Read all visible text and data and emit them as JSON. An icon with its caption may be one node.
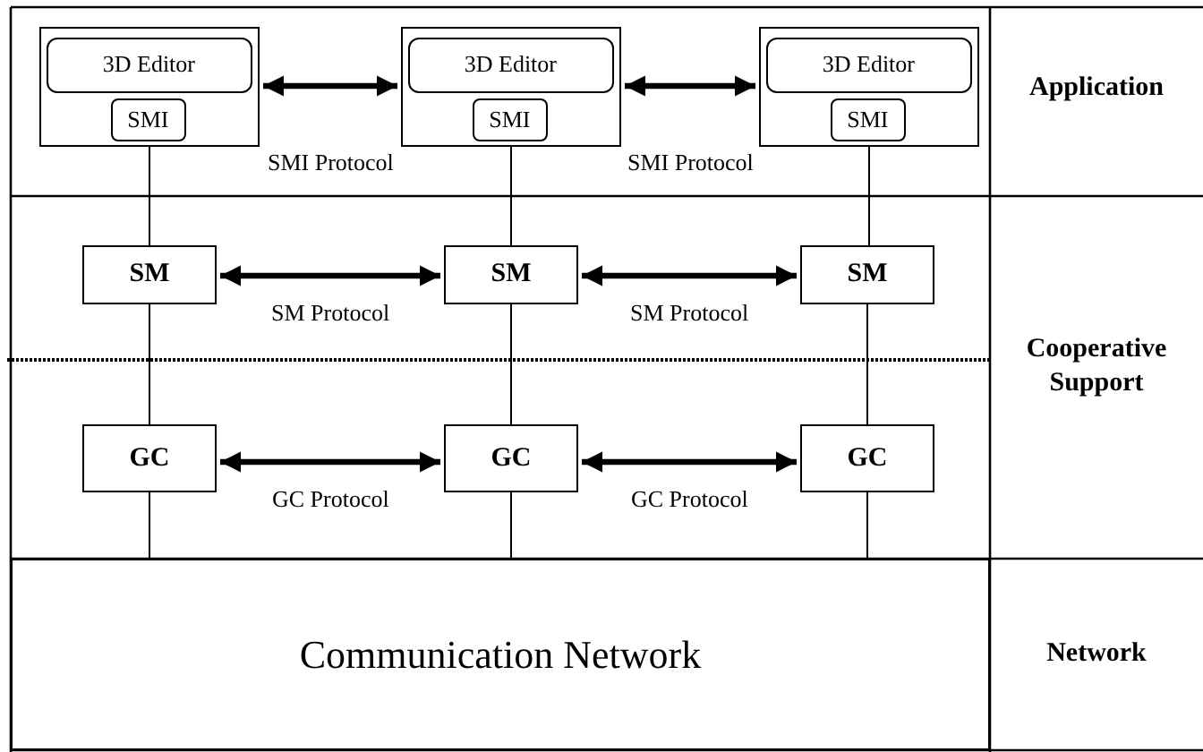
{
  "diagram": {
    "nodes": [
      {
        "text": [],
        "shape": "box"
      },
      {
        "text": [
          "3D Editor"
        ],
        "in": 0
      },
      {
        "text": [
          "SMI"
        ],
        "in": 0
      },
      {
        "text": [],
        "shape": "box"
      },
      {
        "text": [
          "3D Editor"
        ],
        "in": 3
      },
      {
        "text": [
          "SMI"
        ],
        "in": 3
      },
      {
        "text": [],
        "shape": "box"
      },
      {
        "text": [
          "3D Editor"
        ],
        "in": 6
      },
      {
        "text": [
          "SMI"
        ],
        "in": 6
      },
      {
        "text": [
          "SM"
        ]
      },
      {
        "text": [
          "SM"
        ]
      },
      {
        "text": [
          "SM"
        ]
      },
      {
        "text": [
          "GC"
        ]
      },
      {
        "text": [
          "GC"
        ]
      },
      {
        "text": [
          "GC"
        ]
      },
      {
        "text": [
          "Communication Network"
        ]
      }
    ],
    "edges": [
      {
        "from": 0,
        "to": 3,
        "arrow": "both",
        "label": "SMI Protocol",
        "style": "thick"
      },
      {
        "from": 3,
        "to": 6,
        "arrow": "both",
        "label": "SMI Protocol",
        "style": "thick"
      },
      {
        "from": 9,
        "to": 10,
        "arrow": "both",
        "label": "SM Protocol",
        "style": "thick"
      },
      {
        "from": 10,
        "to": 11,
        "arrow": "both",
        "label": "SM Protocol",
        "style": "thick"
      },
      {
        "from": 12,
        "to": 13,
        "arrow": "both",
        "label": "GC Protocol",
        "style": "thick"
      },
      {
        "from": 13,
        "to": 14,
        "arrow": "both",
        "label": "GC Protocol",
        "style": "thick"
      },
      {
        "from": 0,
        "to": 9,
        "arrow": "none"
      },
      {
        "from": 9,
        "to": 12,
        "arrow": "none"
      },
      {
        "from": 12,
        "to": 15,
        "arrow": "none"
      },
      {
        "from": 3,
        "to": 10,
        "arrow": "none"
      },
      {
        "from": 10,
        "to": 13,
        "arrow": "none"
      },
      {
        "from": 13,
        "to": 15,
        "arrow": "none"
      },
      {
        "from": 6,
        "to": 11,
        "arrow": "none"
      },
      {
        "from": 11,
        "to": 14,
        "arrow": "none"
      },
      {
        "from": 14,
        "to": 15,
        "arrow": "none"
      }
    ],
    "labels": [
      "Application",
      "Cooperative Support",
      "Network"
    ]
  }
}
